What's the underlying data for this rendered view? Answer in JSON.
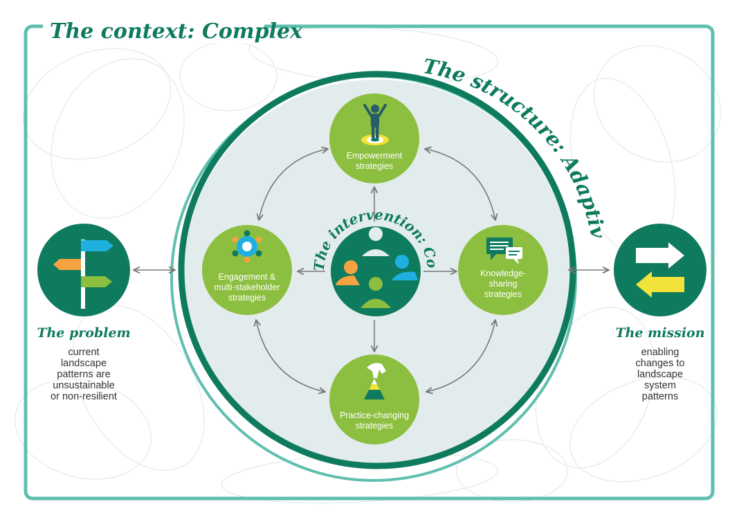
{
  "context_title": "The context: Complex",
  "structure_title": "The structure: Adaptive",
  "intervention_title": "The intervention: Convene",
  "nodes": {
    "empowerment": [
      "Empowerment",
      "strategies"
    ],
    "engagement": [
      "Engagement &",
      "multi-stakeholder",
      "strategies"
    ],
    "knowledge": [
      "Knowledge-",
      "sharing",
      "strategies"
    ],
    "practice": [
      "Practice-changing",
      "strategies"
    ]
  },
  "problem": {
    "title": "The problem",
    "lines": [
      "current",
      "landscape",
      "patterns are",
      "unsustainable",
      "or non-resilient"
    ]
  },
  "mission": {
    "title": "The mission",
    "lines": [
      "enabling",
      "changes to",
      "landscape",
      "system",
      "patterns"
    ]
  },
  "colors": {
    "dark_teal": "#0e7a5e",
    "light_teal": "#5fbfae",
    "lime": "#8cbf3f",
    "inner_bg": "#e3eced",
    "orange": "#f5a340",
    "sky": "#1fb0e0",
    "yellow": "#f2e33a",
    "arrow_gray": "#777777"
  }
}
